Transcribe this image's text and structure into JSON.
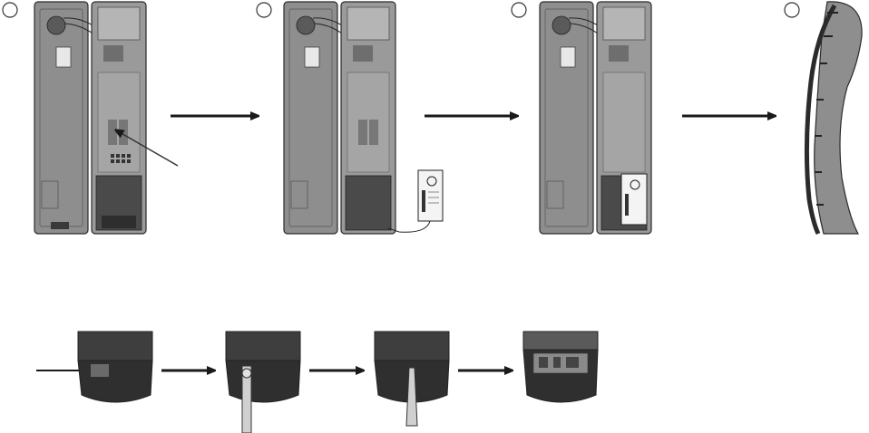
{
  "chart_data": {
    "type": "diagram",
    "title": "",
    "top_row": {
      "steps": [
        {
          "number": "",
          "kind": "handset-open"
        },
        {
          "number": "",
          "kind": "battery-connect"
        },
        {
          "number": "",
          "kind": "battery-installed"
        },
        {
          "number": "",
          "kind": "cover-close"
        }
      ]
    },
    "bottom_row": {
      "steps": [
        {
          "kind": "base-pointer"
        },
        {
          "kind": "base-screwdriver-insert"
        },
        {
          "kind": "base-screwdriver-turn"
        },
        {
          "kind": "base-opened"
        }
      ]
    },
    "battery_label": "",
    "colors": {
      "handset_fill": "#8e8e8e",
      "handset_dark": "#4a4a4a",
      "outline": "#2b2b2b",
      "arrow": "#1a1a1a",
      "background": "#ffffff"
    }
  }
}
